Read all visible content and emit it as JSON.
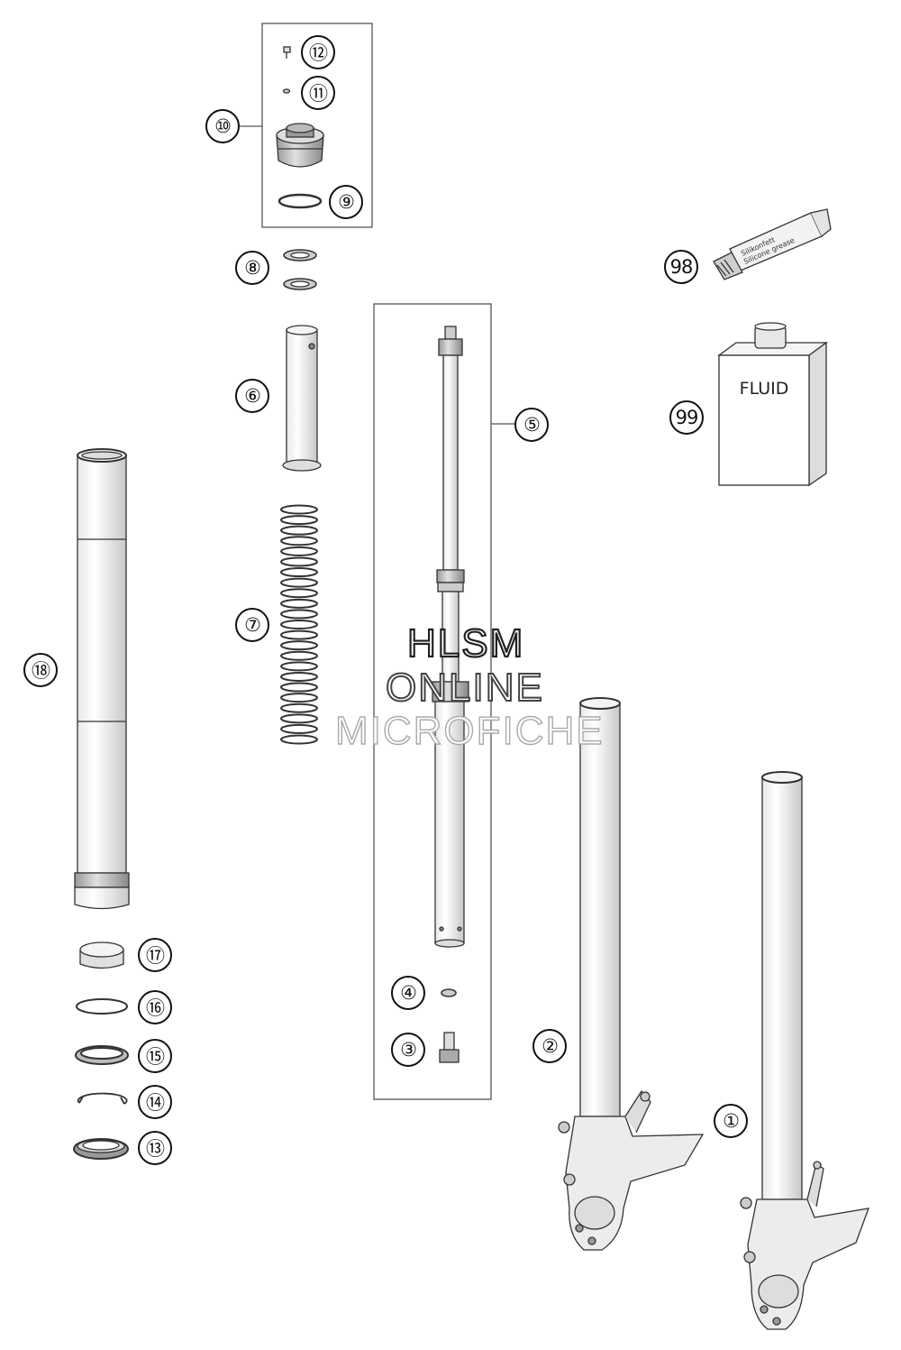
{
  "diagram": {
    "callouts": [
      {
        "id": "c1",
        "label": "①"
      },
      {
        "id": "c2",
        "label": "②"
      },
      {
        "id": "c3",
        "label": "③"
      },
      {
        "id": "c4",
        "label": "④"
      },
      {
        "id": "c5",
        "label": "⑤"
      },
      {
        "id": "c6",
        "label": "⑥"
      },
      {
        "id": "c7",
        "label": "⑦"
      },
      {
        "id": "c8",
        "label": "⑧"
      },
      {
        "id": "c9",
        "label": "⑨"
      },
      {
        "id": "c10",
        "label": "⑩"
      },
      {
        "id": "c11",
        "label": "⑪"
      },
      {
        "id": "c12",
        "label": "⑫"
      },
      {
        "id": "c13",
        "label": "⑬"
      },
      {
        "id": "c14",
        "label": "⑭"
      },
      {
        "id": "c15",
        "label": "⑮"
      },
      {
        "id": "c16",
        "label": "⑯"
      },
      {
        "id": "c17",
        "label": "⑰"
      },
      {
        "id": "c18",
        "label": "⑱"
      },
      {
        "id": "c98",
        "label": "98"
      },
      {
        "id": "c99",
        "label": "99"
      }
    ],
    "fluid_label": "FLUID",
    "grease_label_1": "Silikonfett",
    "grease_label_2": "Silicone grease"
  },
  "watermark": {
    "line1": "HLSM",
    "line2": "ONLINE",
    "line3": "MICROFICHE"
  },
  "colors": {
    "line": "#333333",
    "light": "#eeeeee",
    "mid": "#bbbbbb"
  }
}
